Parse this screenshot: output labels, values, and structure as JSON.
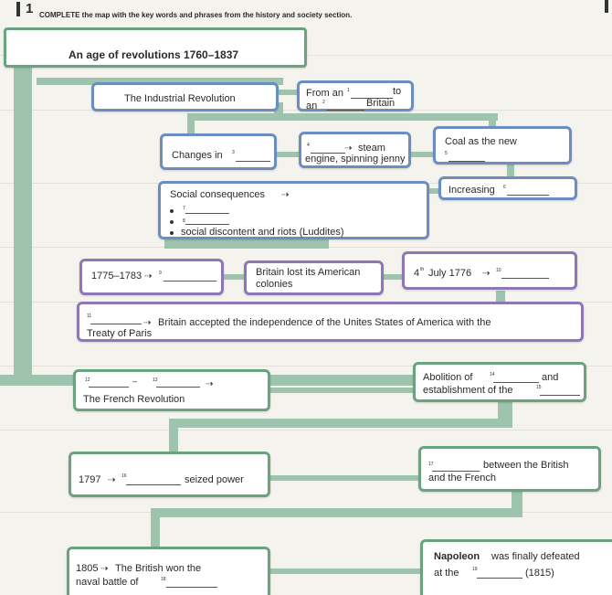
{
  "header": {
    "task_number": "1",
    "instruction": "COMPLETE the map with the key words and phrases from the history and society section."
  },
  "title": "An age of revolutions 1760–1837",
  "industrial": {
    "label": "The Industrial Revolution",
    "from_prefix": "From an",
    "n1": "1",
    "to_word": "to",
    "an_prefix": "an",
    "n2": "2",
    "britain": "Britain"
  },
  "changes": {
    "label": "Changes in",
    "n3": "3",
    "n4": "4",
    "steam": "steam",
    "engine": "engine, spinning jenny",
    "coal": "Coal as the new",
    "n5": "5"
  },
  "social": {
    "label": "Social consequences",
    "n7": "7",
    "n8": "8",
    "discontent": "social discontent and riots (Luddites)",
    "increasing": "Increasing",
    "n6": "6"
  },
  "american": {
    "years": "1775–1783",
    "n9": "9",
    "lost": "Britain lost its American",
    "colonies": "colonies",
    "july_day": "4",
    "july_sup": "th",
    "july_rest": "July 1776",
    "n10": "10"
  },
  "treaty": {
    "n11": "11",
    "text": "Britain accepted the independence of the Unites States of America with the",
    "name": "Treaty of Paris"
  },
  "french": {
    "n12": "12",
    "n13": "13",
    "label": "The French Revolution",
    "abolition": "Abolition of",
    "n14": "14",
    "and_word": "and",
    "establishment": "establishment of the",
    "n15": "15"
  },
  "napoleon_rise": {
    "year": "1797",
    "n16": "16",
    "seized": "seized power",
    "n17": "17",
    "between": "between the British",
    "and_french": "and the French"
  },
  "napoleon_fall": {
    "year_text": "1805",
    "won": "The British won the",
    "naval": "naval battle of",
    "n18": "18",
    "napoleon": "Napoleon",
    "defeated": "was finally defeated",
    "at_the": "at the",
    "n19": "19",
    "year_1815": "(1815)"
  }
}
